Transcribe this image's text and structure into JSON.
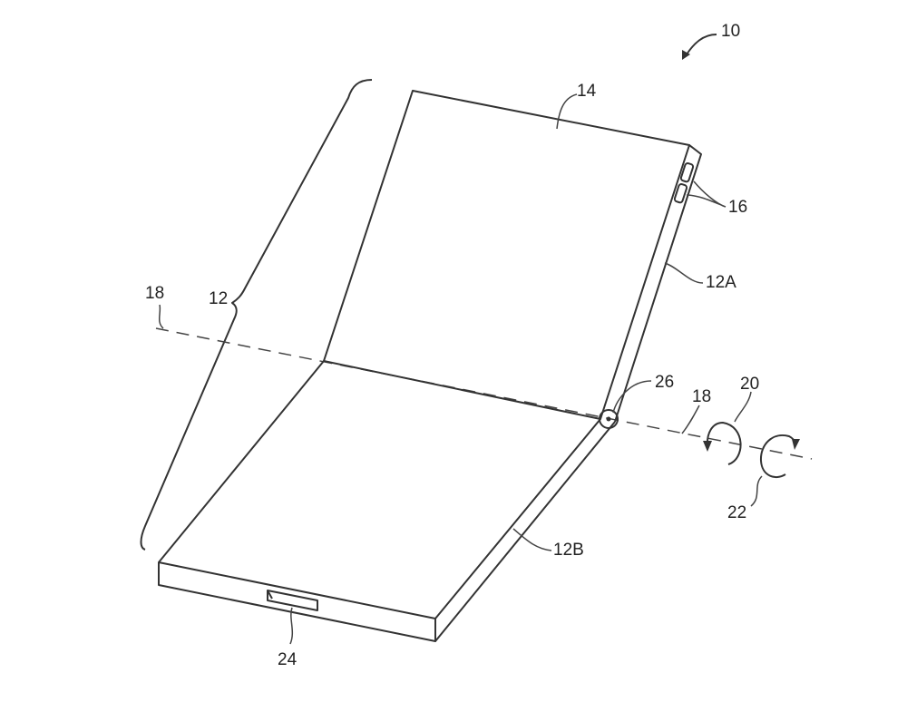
{
  "title": "Foldable device patent figure",
  "labels": {
    "device": "10",
    "display": "14",
    "buttons": "16",
    "housing": "12",
    "housing_upper": "12A",
    "housing_lower": "12B",
    "axis_left": "18",
    "axis_right": "18",
    "rotation_a": "20",
    "rotation_b": "22",
    "hinge": "26",
    "port": "24"
  }
}
